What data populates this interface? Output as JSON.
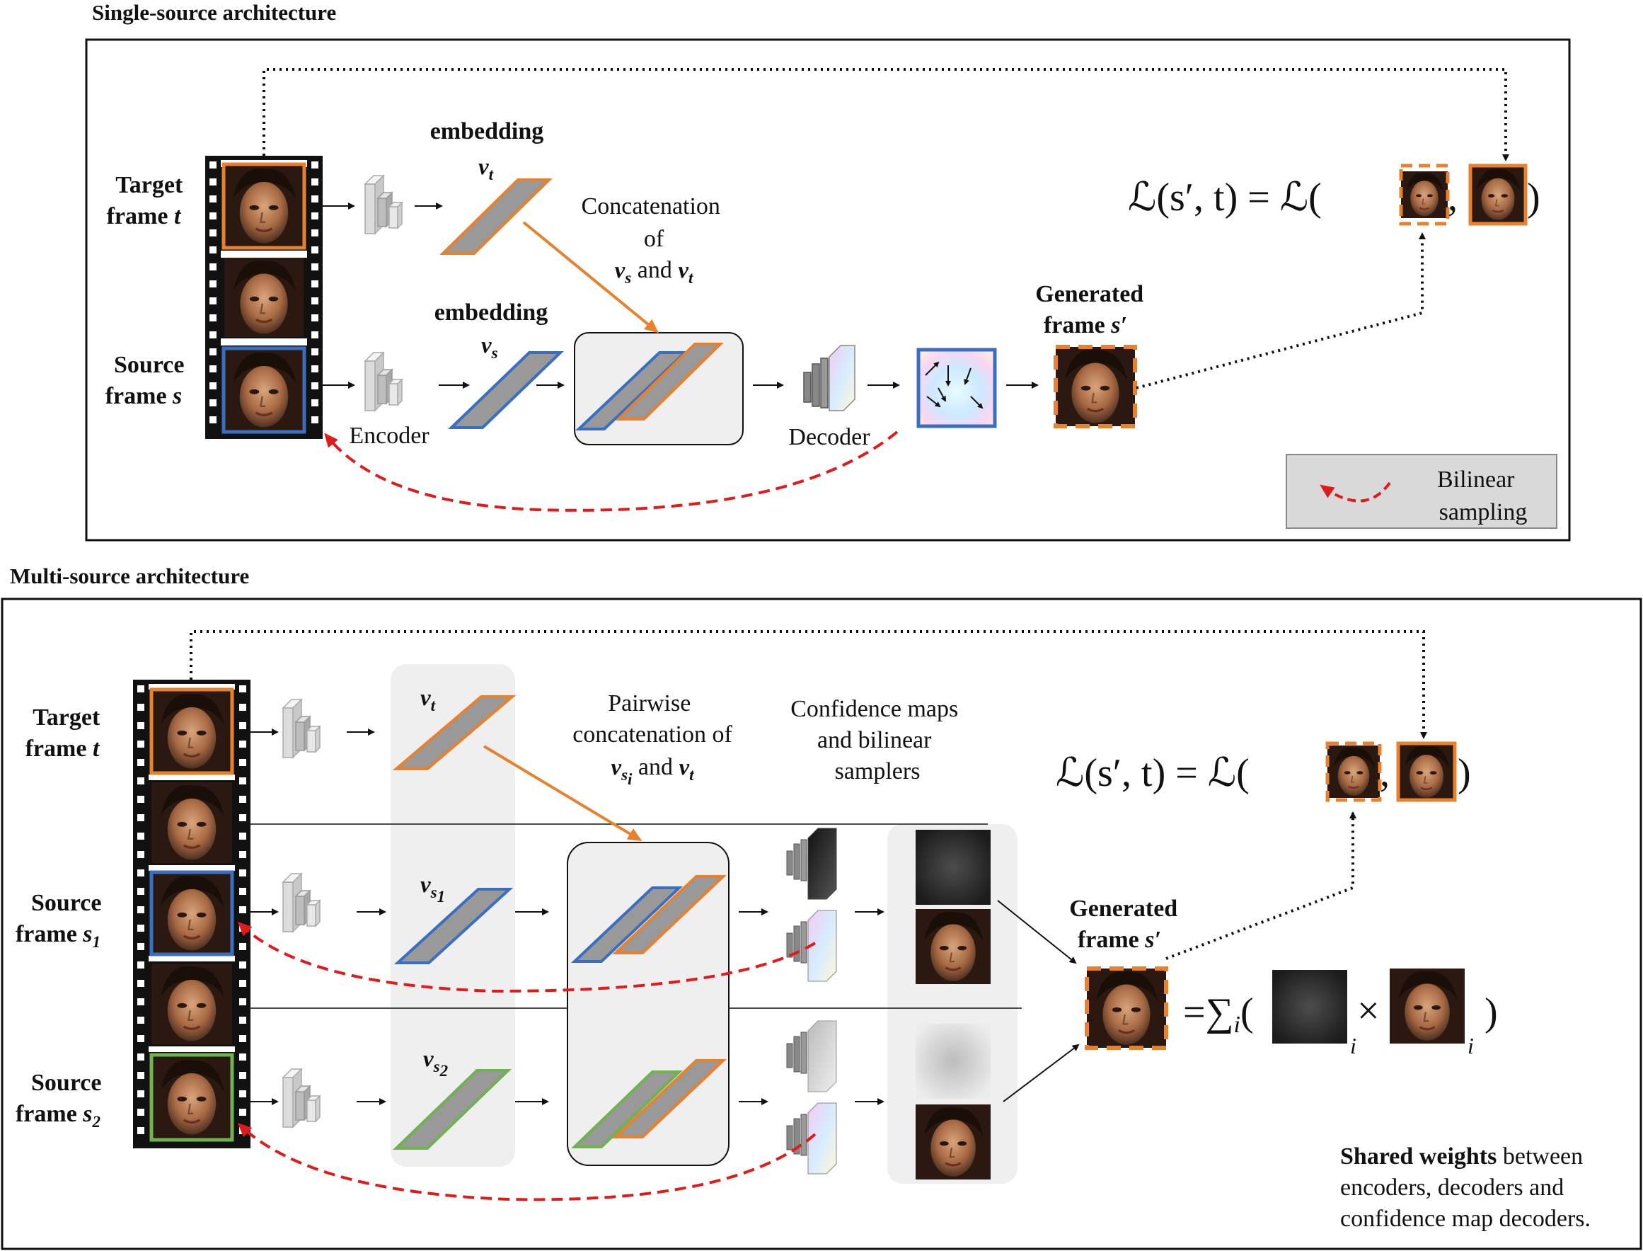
{
  "single": {
    "title": "Single-source architecture",
    "target_label": [
      "Target",
      "frame"
    ],
    "target_var": "t",
    "source_label": [
      "Source",
      "frame"
    ],
    "source_var": "s",
    "embedding_t": "embedding",
    "v": "v",
    "sub_t": "t",
    "sub_s": "s",
    "embedding_s": "embedding",
    "concat": [
      "Concatenation",
      "of"
    ],
    "concat_vs": "v",
    "concat_and": "and",
    "concat_vt": "v",
    "encoder": "Encoder",
    "decoder": "Decoder",
    "generated": [
      "Generated",
      "frame"
    ],
    "generated_var": "s′",
    "loss": "ℒ(s′, t) = ℒ(",
    "comma": ",",
    "close": ")",
    "legend": [
      "Bilinear",
      "sampling"
    ]
  },
  "multi": {
    "title": "Multi-source architecture",
    "target_label": [
      "Target",
      "frame"
    ],
    "target_var": "t",
    "source1_label": [
      "Source",
      "frame"
    ],
    "source1_var": "s",
    "source1_sub": "1",
    "source2_label": [
      "Source",
      "frame"
    ],
    "source2_var": "s",
    "source2_sub": "2",
    "pairwise": [
      "Pairwise",
      "concatenation of"
    ],
    "pair_and": "and",
    "sub_i": "i",
    "confidence": [
      "Confidence maps",
      "and bilinear",
      "samplers"
    ],
    "generated": [
      "Generated",
      "frame"
    ],
    "generated_var": "s′",
    "loss": "ℒ(s′, t) = ℒ(",
    "comma": ",",
    "close": ")",
    "sum": "=∑",
    "sum_sub": "i",
    "open": "(",
    "times": "×",
    "shared_bold": "Shared weights",
    "shared_rest": "between",
    "shared_lines": [
      "encoders, decoders and",
      "confidence map decoders."
    ]
  },
  "colors": {
    "target": "#e8812e",
    "source1": "#3a6ec0",
    "source2": "#6fb24f",
    "sampling": "#e01b1b",
    "panel": "#efefef"
  }
}
